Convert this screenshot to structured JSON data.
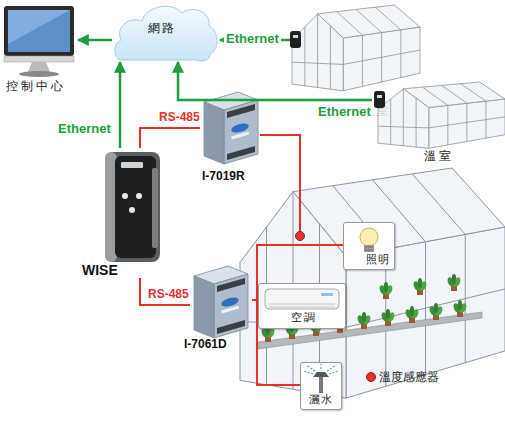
{
  "diagram": {
    "nodes": [
      {
        "text": [
          "控制中心"
        ]
      },
      {
        "text": [
          "網路"
        ]
      },
      {
        "text": [
          "溫室"
        ]
      },
      {
        "text": [
          "溫室"
        ]
      },
      {
        "text": [
          "WISE"
        ]
      },
      {
        "text": [
          "I-7019R"
        ]
      },
      {
        "text": [
          "I-7061D"
        ]
      },
      {
        "text": [
          "照明"
        ]
      },
      {
        "text": [
          "空調"
        ]
      },
      {
        "text": [
          "灑水"
        ]
      }
    ],
    "edges": [
      {
        "from": 2,
        "to": 1,
        "label": "Ethernet",
        "arrow": "to"
      },
      {
        "from": 3,
        "to": 1,
        "label": "Ethernet",
        "arrow": "to"
      },
      {
        "from": 1,
        "to": 0,
        "arrow": "to"
      },
      {
        "from": 4,
        "to": 1,
        "label": "Ethernet",
        "arrow": "to"
      },
      {
        "from": 4,
        "to": 5,
        "label": "RS-485",
        "arrow": "none"
      },
      {
        "from": 4,
        "to": 6,
        "label": "RS-485",
        "arrow": "none"
      },
      {
        "from": 6,
        "to": 7,
        "arrow": "none"
      },
      {
        "from": 6,
        "to": 8,
        "arrow": "none"
      },
      {
        "from": 6,
        "to": 9,
        "arrow": "none"
      }
    ],
    "legend": [
      {
        "text": "溫度感應器",
        "color": "#e8302a"
      }
    ]
  }
}
